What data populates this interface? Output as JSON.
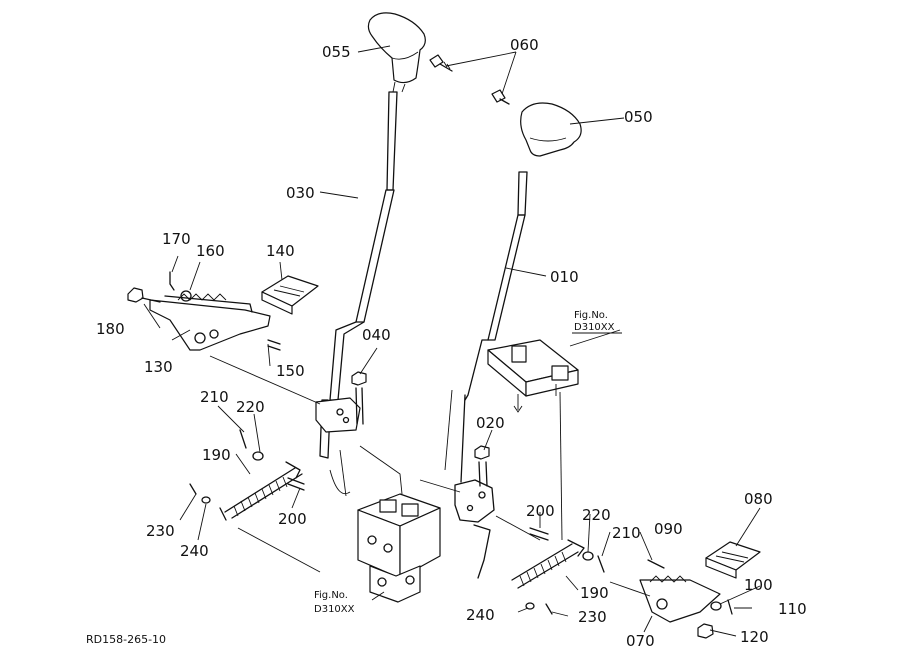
{
  "diagram_id": "RD158-265-10",
  "callouts": {
    "c055": "055",
    "c060": "060",
    "c050": "050",
    "c030": "030",
    "c010": "010",
    "c170": "170",
    "c160": "160",
    "c140": "140",
    "c180": "180",
    "c130": "130",
    "c150": "150",
    "c040": "040",
    "c020": "020",
    "c210a": "210",
    "c220a": "220",
    "c190a": "190",
    "c200a": "200",
    "c230a": "230",
    "c240a": "240",
    "c200b": "200",
    "c220b": "220",
    "c210b": "210",
    "c090": "090",
    "c080": "080",
    "c190b": "190",
    "c240b": "240",
    "c230b": "230",
    "c100": "100",
    "c110": "110",
    "c070": "070",
    "c120": "120"
  },
  "figure_refs": {
    "ref1_line1": "Fig.No.",
    "ref1_line2": "D310XX",
    "ref2_line1": "Fig.No.",
    "ref2_line2": "D310XX"
  }
}
